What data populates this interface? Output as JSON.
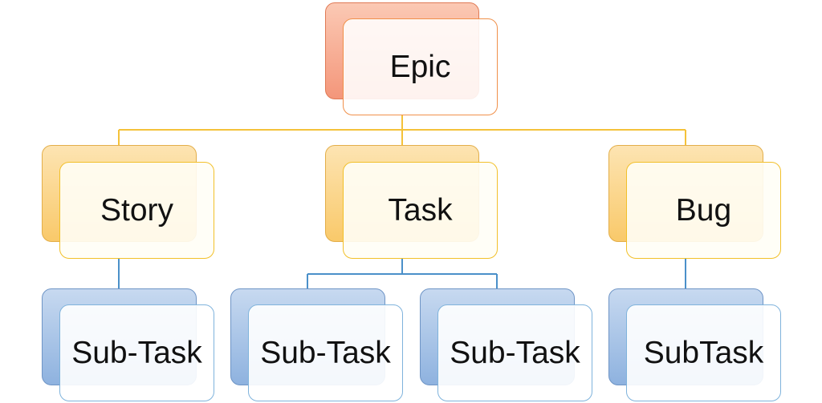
{
  "nodes": {
    "epic": "Epic",
    "story": "Story",
    "task": "Task",
    "bug": "Bug",
    "story_subtask": "Sub-Task",
    "task_subtask_1": "Sub-Task",
    "task_subtask_2": "Sub-Task",
    "bug_subtask": "SubTask"
  },
  "colors": {
    "level0_connector": "#f4c23a",
    "level1_connector": "#4a90c9"
  }
}
